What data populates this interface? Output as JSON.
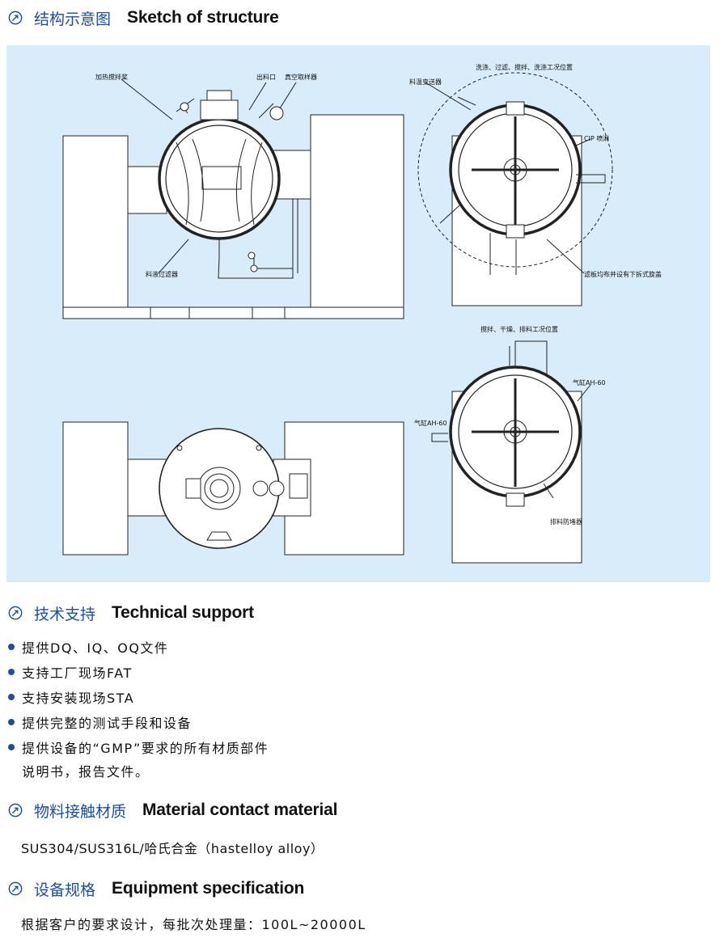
{
  "sections": {
    "sketch": {
      "cn": "结构示意图",
      "en": "Sketch of structure"
    },
    "tech": {
      "cn": "技术支持",
      "en": "Technical support"
    },
    "material": {
      "cn": "物料接触材质",
      "en": "Material contact material"
    },
    "spec": {
      "cn": "设备规格",
      "en": "Equipment specification"
    }
  },
  "drawing": {
    "label_stir_paddle": "加热搅拌桨",
    "label_outlet_top": "出料口",
    "label_vacuum_rake": "真空取样器",
    "label_filter_bottom": "料液过滤器",
    "title_wash_position": "洗涤、过滤、搅拌、洗涤工况位置",
    "label_sensor": "料温变送器",
    "label_cip": "CIP 喷淋",
    "label_filter_plate": "滤板均布并设有下拆式旋盖",
    "title_dry_position": "搅拌、干燥、排料工况位置",
    "label_air_right": "气缸AH-60",
    "label_air_left": "气缸AH-60",
    "label_discharge": "排料防堵器"
  },
  "tech": {
    "items": [
      "提供DQ、IQ、OQ文件",
      "支持工厂现场FAT",
      "支持安装现场STA",
      "提供完整的测试手段和设备",
      "提供设备的“GMP”要求的所有材质部件"
    ],
    "continuation": "说明书，报告文件。"
  },
  "material": {
    "text": "SUS304/SUS316L/哈氏合金（hastelloy alloy）"
  },
  "spec": {
    "text": "根据客户的要求设计，每批次处理量：100L~20000L"
  },
  "colors": {
    "accent": "#1b4fa0",
    "drawing_bg": "#d9ecf9"
  }
}
